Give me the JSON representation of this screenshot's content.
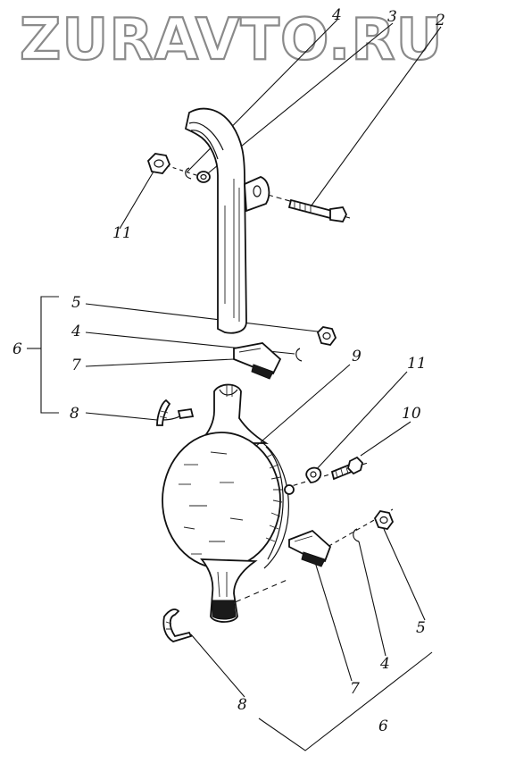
{
  "watermark": "ZURAVTO.RU",
  "callouts": {
    "c2": "2",
    "c3": "3",
    "c4_top": "4",
    "c11_left": "11",
    "c5_left": "5",
    "c4_left": "4",
    "c6_left": "6",
    "c7_left": "7",
    "c8_left": "8",
    "c9": "9",
    "c11_right": "11",
    "c10": "10",
    "c5_right": "5",
    "c4_right": "4",
    "c7_right": "7",
    "c8_bottom": "8",
    "c6_bottom": "6"
  }
}
